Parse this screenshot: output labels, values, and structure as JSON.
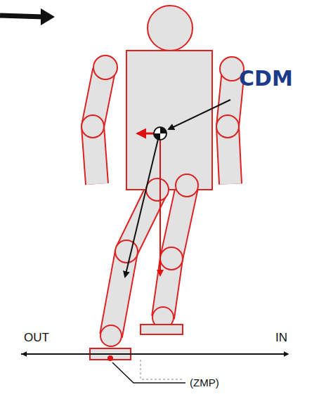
{
  "diagram": {
    "labels": [
      "CDM",
      "OUT",
      "IN",
      "(ZMP)"
    ]
  }
}
